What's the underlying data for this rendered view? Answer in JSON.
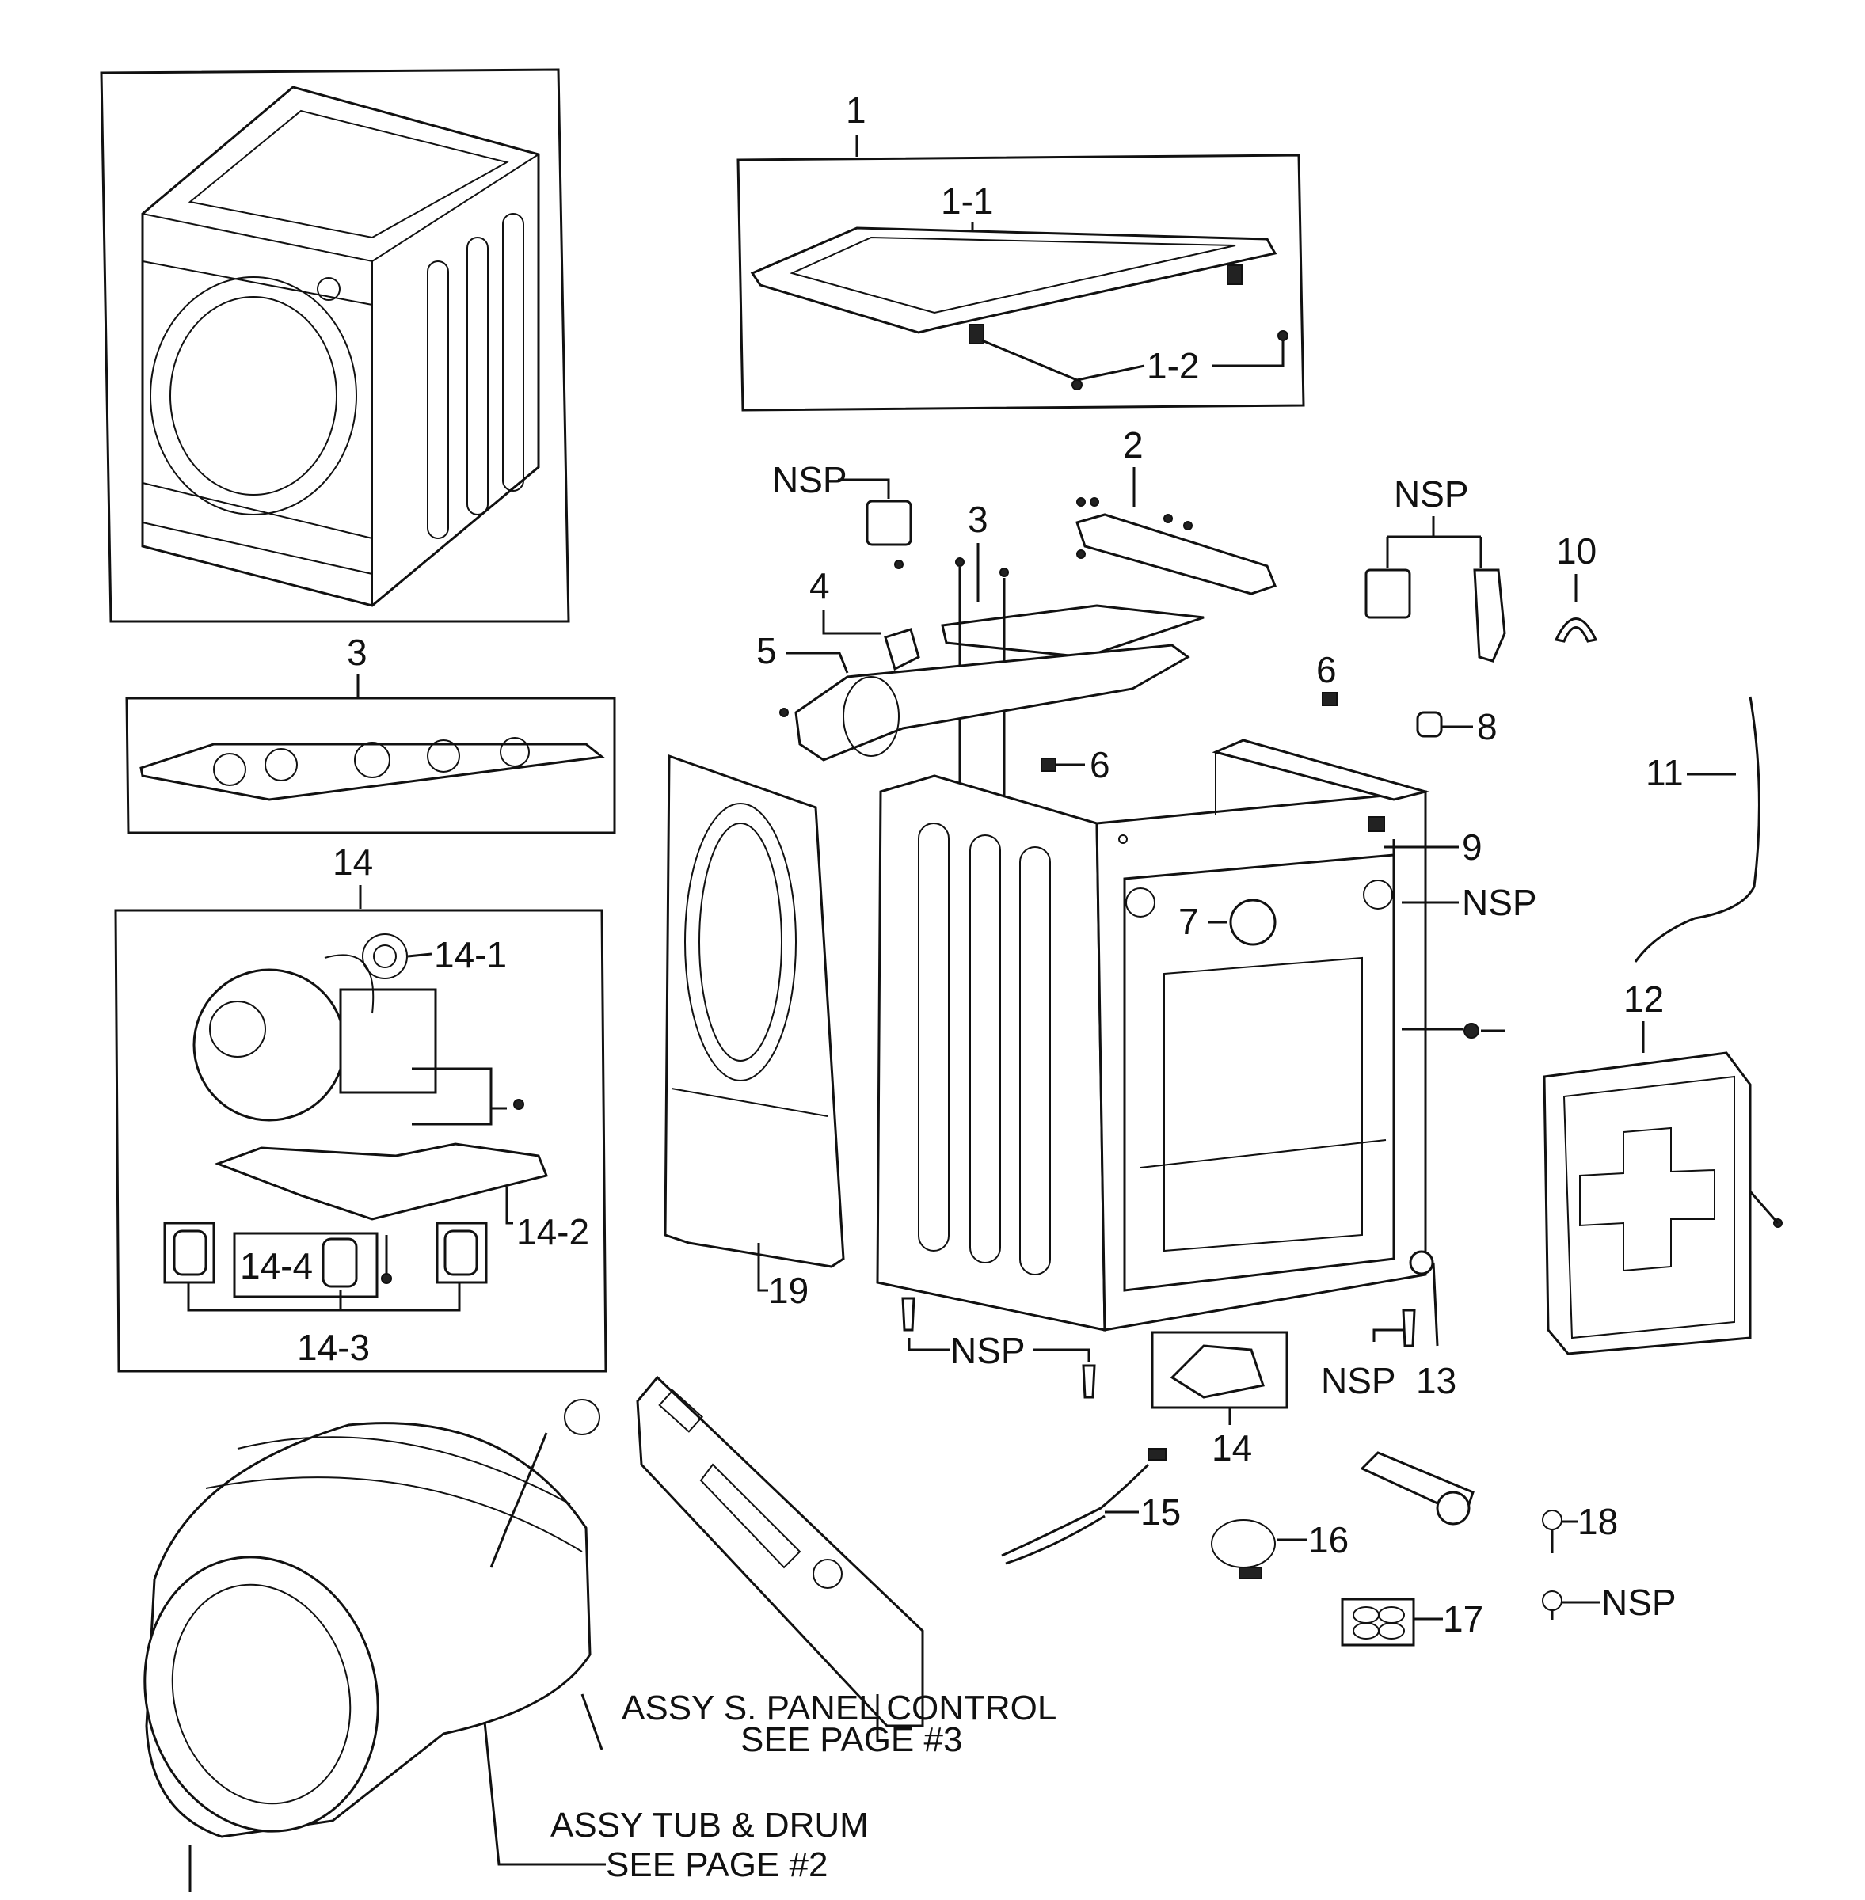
{
  "labels": {
    "p1": "1",
    "p1_1": "1-1",
    "p1_2": "1-2",
    "p2": "2",
    "p3_top": "3",
    "p3_box": "3",
    "p4": "4",
    "p5": "5",
    "p6_a": "6",
    "p6_b": "6",
    "p7": "7",
    "p8": "8",
    "p9": "9",
    "p10": "10",
    "p11": "11",
    "p12": "12",
    "p13": "13",
    "p14_box": "14",
    "p14_1": "14-1",
    "p14_2": "14-2",
    "p14_3": "14-3",
    "p14_4": "14-4",
    "p14_pump": "14",
    "p15": "15",
    "p16": "16",
    "p17": "17",
    "p18": "18",
    "p19": "19",
    "nsp_1": "NSP",
    "nsp_2": "NSP",
    "nsp_3": "NSP",
    "nsp_4": "NSP",
    "nsp_5": "NSP",
    "nsp_6": "NSP"
  },
  "notes": {
    "panel_line1": "ASSY S. PANEL CONTROL",
    "panel_line2": "SEE PAGE #3",
    "tub_line1": "ASSY TUB & DRUM",
    "tub_line2": "SEE PAGE #2"
  }
}
